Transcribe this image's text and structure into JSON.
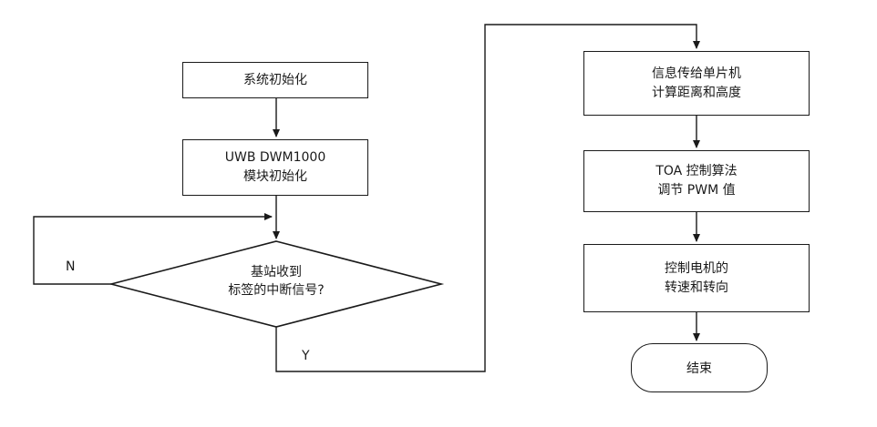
{
  "nodes": {
    "init_system": "系统初始化",
    "init_uwb_line1": "UWB DWM1000",
    "init_uwb_line2": "模块初始化",
    "decision_line1": "基站收到",
    "decision_line2": "标签的中断信号?",
    "compute_line1": "信息传给单片机",
    "compute_line2": "计算距离和高度",
    "toa_line1": "TOA 控制算法",
    "toa_line2": "调节 PWM 值",
    "motor_line1": "控制电机的",
    "motor_line2": "转速和转向",
    "end": "结束"
  },
  "branches": {
    "no": "N",
    "yes": "Y"
  },
  "colors": {
    "stroke": "#1a1a1a",
    "background": "#ffffff"
  }
}
